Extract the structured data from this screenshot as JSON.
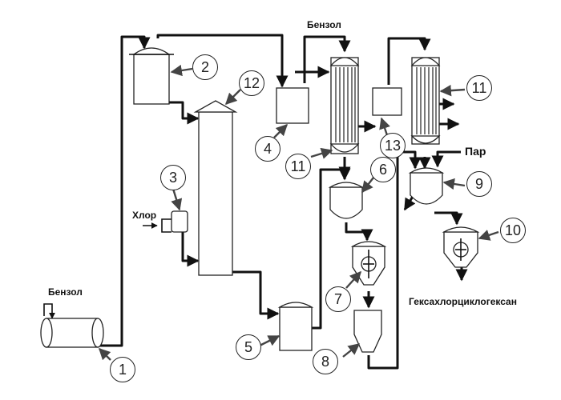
{
  "labels": {
    "benzene_top": "Бензол",
    "benzene_left": "Бензол",
    "chlorine": "Хлор",
    "steam": "Пар",
    "product": "Гексахлорциклогексан"
  },
  "equipment_numbers": [
    "1",
    "2",
    "3",
    "4",
    "5",
    "6",
    "7",
    "8",
    "9",
    "10",
    "11",
    "11",
    "12",
    "13"
  ]
}
